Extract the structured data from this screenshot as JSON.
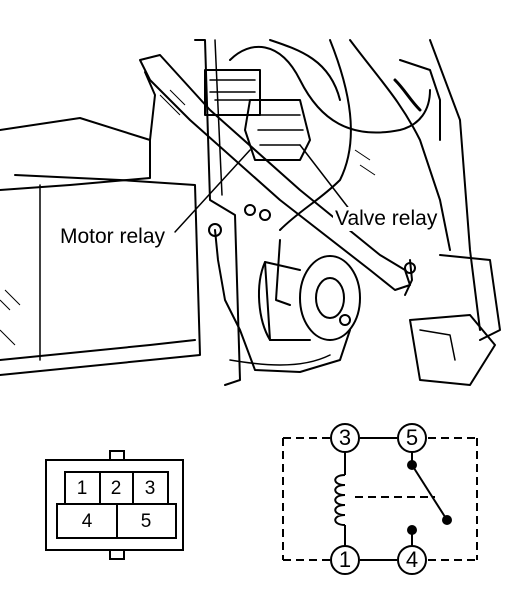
{
  "labels": {
    "motor_relay": "Motor relay",
    "valve_relay": "Valve relay"
  },
  "connector": {
    "top_row": [
      "1",
      "2",
      "3"
    ],
    "bottom_row": [
      "4",
      "5"
    ]
  },
  "schematic": {
    "terminals": {
      "t3": "3",
      "t5": "5",
      "t1": "1",
      "t4": "4"
    }
  }
}
